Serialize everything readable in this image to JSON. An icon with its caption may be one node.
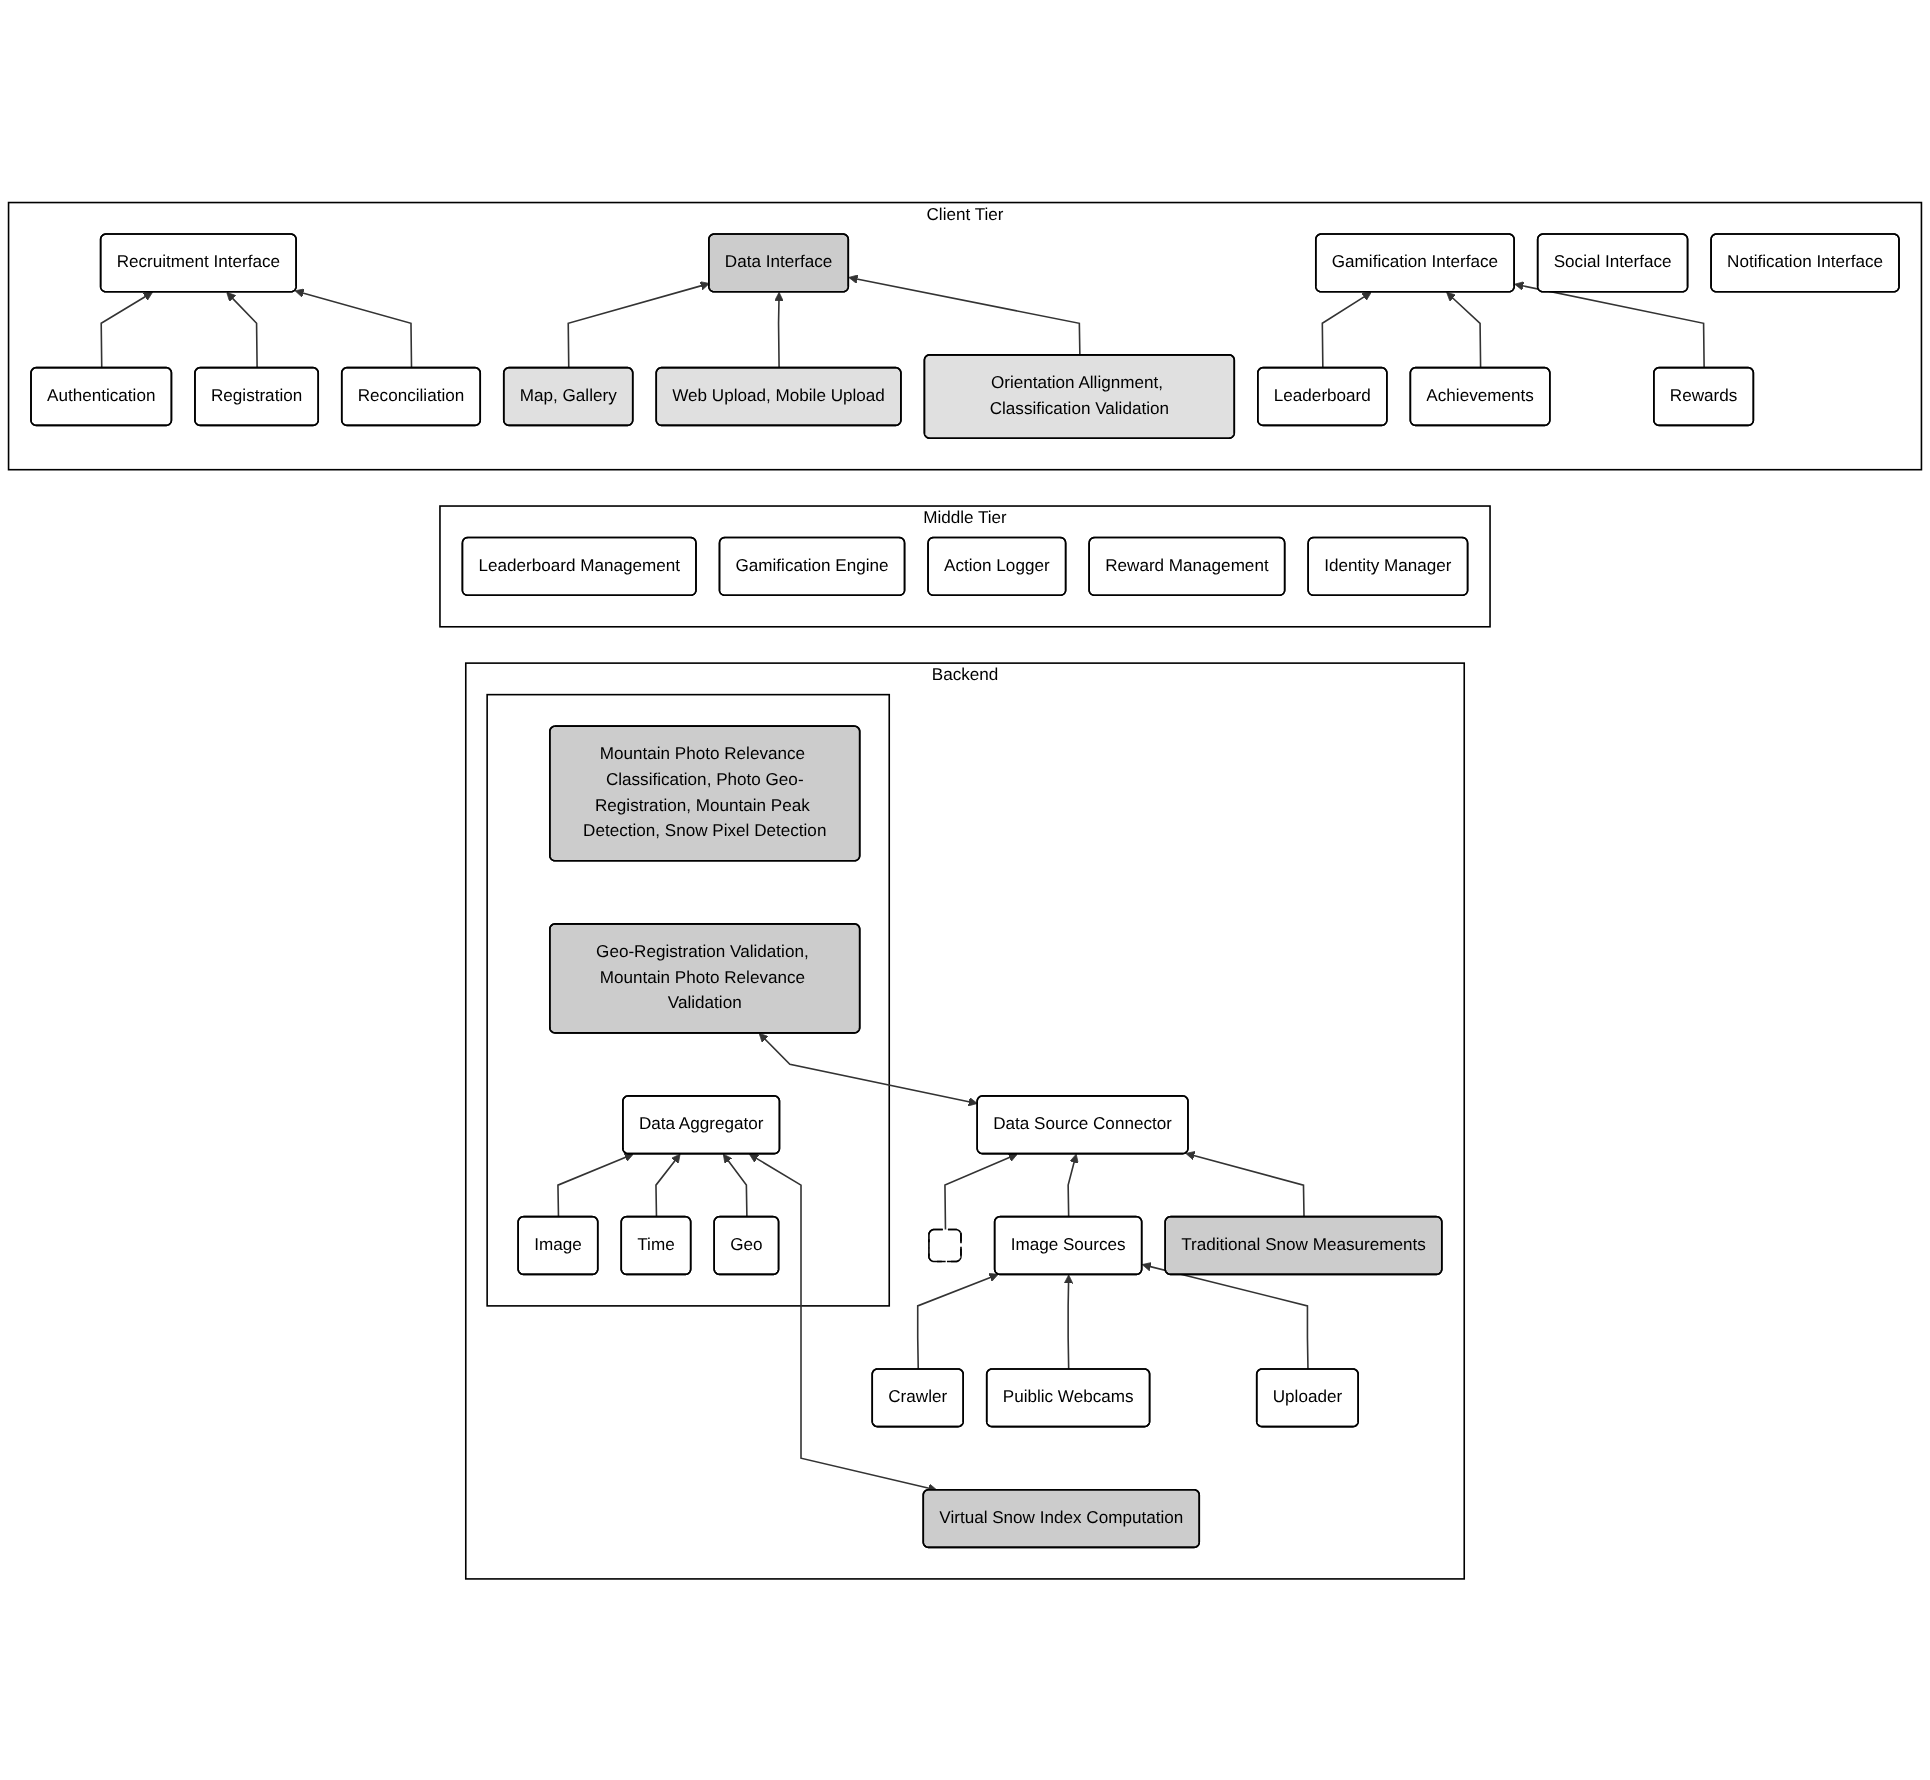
{
  "diagram": {
    "nodes": [
      {
        "text": [
          "Client Tier"
        ]
      },
      {
        "text": [
          "Recruitment Interface"
        ],
        "in": 0
      },
      {
        "text": [
          "Data Interface"
        ],
        "in": 0
      },
      {
        "text": [
          "Authentication"
        ],
        "in": 0
      },
      {
        "text": [
          "Registration"
        ],
        "in": 0
      },
      {
        "text": [
          "Reconciliation"
        ],
        "in": 0
      },
      {
        "text": [
          "Map, Gallery"
        ],
        "in": 0
      },
      {
        "text": [
          "Web Upload, Mobile Upload"
        ],
        "in": 0
      },
      {
        "text": [
          "Orientation Allignment, Classification Validation"
        ],
        "in": 0
      },
      {
        "text": [
          "Gamification Interface"
        ],
        "in": 0
      },
      {
        "text": [
          "Social Interface"
        ],
        "in": 0
      },
      {
        "text": [
          "Leaderboard"
        ],
        "in": 0
      },
      {
        "text": [
          "Achievements"
        ],
        "in": 0
      },
      {
        "text": [
          "Rewards"
        ],
        "in": 0
      },
      {
        "text": [
          "Notification Interface"
        ],
        "in": 0
      },
      {
        "text": [
          "Middle Tier"
        ]
      },
      {
        "text": [
          "Leaderboard Management"
        ],
        "in": 15
      },
      {
        "text": [
          "Gamification Engine"
        ],
        "in": 15
      },
      {
        "text": [
          "Action Logger"
        ],
        "in": 15
      },
      {
        "text": [
          "Reward Management"
        ],
        "in": 15
      },
      {
        "text": [
          "Identity Manager"
        ],
        "in": 15
      },
      {
        "text": [
          "Backend"
        ]
      },
      {
        "text": [
          "Data Source Connector"
        ],
        "in": 21
      },
      {
        "text": [],
        "shape": "box",
        "in": 21
      },
      {
        "text": [
          "Mountain Photo Relevance Classification, Photo Geo-Registration, Mountain Peak Detection, Snow Pixel Detection"
        ],
        "in": 23
      },
      {
        "text": [
          "Geo-Registration Validation, Mountain Photo Relevance Validation"
        ],
        "in": 23
      },
      {
        "text": [],
        "shape": "box",
        "in": 21
      },
      {
        "text": [
          "Image Sources"
        ],
        "in": 21
      },
      {
        "text": [
          "Traditional Snow Measurements"
        ],
        "in": 21
      },
      {
        "text": [
          "Data Aggregator"
        ],
        "in": 23
      },
      {
        "text": [
          "Crawler"
        ],
        "in": 21
      },
      {
        "text": [
          "Puiblic Webcams"
        ],
        "in": 21
      },
      {
        "text": [
          "Uploader"
        ],
        "in": 21
      },
      {
        "text": [
          "Virtual Snow Index Computation"
        ],
        "in": 21
      },
      {
        "text": [
          "Image"
        ],
        "in": 23
      },
      {
        "text": [
          "Time"
        ],
        "in": 23
      },
      {
        "text": [
          "Geo"
        ],
        "in": 23
      }
    ],
    "edges": [
      {
        "from": 3,
        "to": 1,
        "arrow": "to"
      },
      {
        "from": 4,
        "to": 1,
        "arrow": "to"
      },
      {
        "from": 5,
        "to": 1,
        "arrow": "to"
      },
      {
        "from": 6,
        "to": 2,
        "arrow": "to"
      },
      {
        "from": 7,
        "to": 2,
        "arrow": "to"
      },
      {
        "from": 8,
        "to": 2,
        "arrow": "to"
      },
      {
        "from": 11,
        "to": 9,
        "arrow": "to"
      },
      {
        "from": 12,
        "to": 9,
        "arrow": "to"
      },
      {
        "from": 13,
        "to": 9,
        "arrow": "to"
      },
      {
        "from": 26,
        "to": 22,
        "arrow": "to"
      },
      {
        "from": 27,
        "to": 22,
        "arrow": "to"
      },
      {
        "from": 28,
        "to": 22,
        "arrow": "to"
      },
      {
        "from": 30,
        "to": 27,
        "arrow": "to"
      },
      {
        "from": 31,
        "to": 27,
        "arrow": "to"
      },
      {
        "from": 32,
        "to": 27,
        "arrow": "to"
      },
      {
        "from": 34,
        "to": 29,
        "arrow": "to"
      },
      {
        "from": 35,
        "to": 29,
        "arrow": "to"
      },
      {
        "from": 36,
        "to": 29,
        "arrow": "to"
      },
      {
        "from": 22,
        "to": 25,
        "arrow": "both"
      },
      {
        "from": 33,
        "to": 29,
        "arrow": "both"
      }
    ]
  }
}
